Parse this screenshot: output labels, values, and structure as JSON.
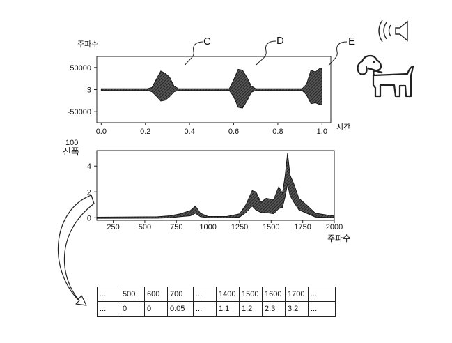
{
  "top_chart": {
    "ylabel": "주파수",
    "xlabel": "시간",
    "yticks": [
      "50000",
      "3",
      "-50000"
    ],
    "xticks": [
      "0.0",
      "0.2",
      "0.4",
      "0.6",
      "0.8",
      "1.0"
    ],
    "callouts": [
      "C",
      "D",
      "E"
    ]
  },
  "bottom_chart": {
    "ylabel": "진폭",
    "xlabel": "주파수",
    "top_value": "100",
    "yticks": [
      "4",
      "2",
      "0"
    ],
    "xticks": [
      "250",
      "500",
      "750",
      "1000",
      "1250",
      "1500",
      "1750",
      "2000"
    ]
  },
  "icons": [
    "speaker-icon",
    "dog-icon"
  ],
  "table": {
    "rows": [
      [
        "...",
        "500",
        "600",
        "700",
        "...",
        "1400",
        "1500",
        "1600",
        "1700",
        "..."
      ],
      [
        "...",
        "0",
        "0",
        "0.05",
        "...",
        "1.1",
        "1.2",
        "2.3",
        "3.2",
        "..."
      ]
    ]
  },
  "chart_data": [
    {
      "type": "area",
      "xlabel": "시간",
      "ylabel": "주파수",
      "xlim": [
        -0.02,
        1.04
      ],
      "ylim": [
        -75000,
        75000
      ],
      "x": [
        0.0,
        0.21,
        0.23,
        0.25,
        0.27,
        0.29,
        0.31,
        0.33,
        0.35,
        0.58,
        0.6,
        0.62,
        0.64,
        0.66,
        0.68,
        0.7,
        0.91,
        0.93,
        0.95,
        0.97,
        0.99,
        1.0
      ],
      "y_upper": [
        2000,
        2000,
        5000,
        24000,
        42000,
        37000,
        28000,
        8000,
        2000,
        2000,
        22000,
        46000,
        44000,
        28000,
        8000,
        2000,
        2000,
        12000,
        44000,
        40000,
        48000,
        48000
      ],
      "y_lower": [
        -2000,
        -2000,
        -5000,
        -15000,
        -26000,
        -24000,
        -16000,
        -5000,
        -2000,
        -2000,
        -16000,
        -40000,
        -42000,
        -26000,
        -6000,
        -2000,
        -2000,
        -12000,
        -32000,
        -30000,
        -34000,
        -34000
      ]
    },
    {
      "type": "area",
      "xlabel": "주파수",
      "ylabel": "진폭",
      "xlim": [
        120,
        2000
      ],
      "ylim": [
        -0.2,
        5.2
      ],
      "x": [
        120,
        600,
        700,
        780,
        860,
        900,
        940,
        1000,
        1150,
        1250,
        1300,
        1350,
        1380,
        1420,
        1460,
        1520,
        1560,
        1590,
        1610,
        1630,
        1650,
        1680,
        1720,
        1780,
        1850,
        1950,
        2000
      ],
      "y_upper": [
        0.05,
        0.08,
        0.15,
        0.3,
        0.55,
        0.9,
        0.35,
        0.1,
        0.1,
        0.3,
        1.0,
        2.1,
        2.0,
        1.2,
        1.5,
        1.4,
        2.4,
        1.9,
        3.2,
        5.0,
        3.3,
        2.6,
        1.5,
        1.0,
        0.35,
        0.2,
        0.15
      ],
      "y_lower": [
        -0.05,
        -0.03,
        0.0,
        0.08,
        0.15,
        0.35,
        0.08,
        0.0,
        0.0,
        0.05,
        0.4,
        0.9,
        0.6,
        0.4,
        0.4,
        0.3,
        0.7,
        0.8,
        1.6,
        2.6,
        1.7,
        1.2,
        0.6,
        0.35,
        0.05,
        0.02,
        0.02
      ]
    }
  ]
}
